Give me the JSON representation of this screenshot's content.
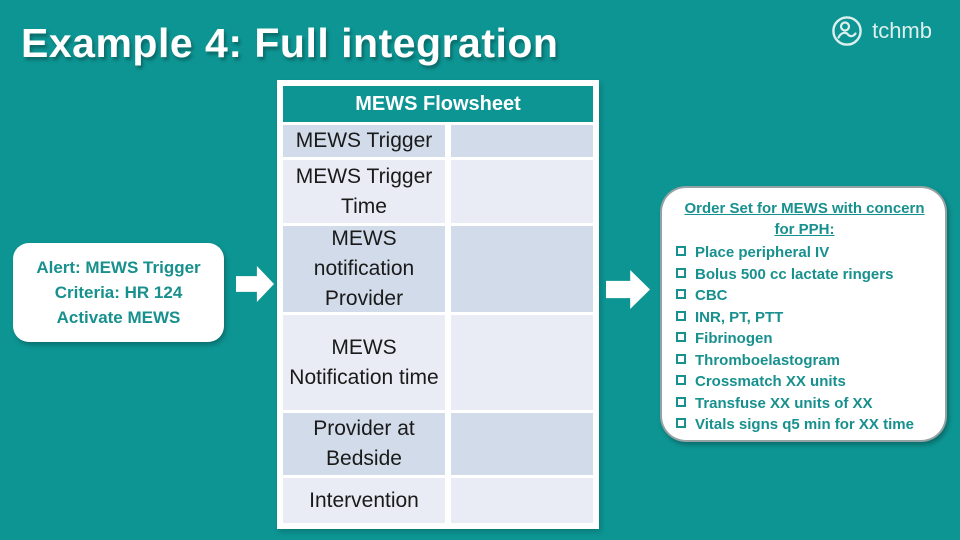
{
  "slide": {
    "title": "Example 4: Full integration"
  },
  "logo": {
    "text": "tchmb",
    "icon": "person-in-circle-icon"
  },
  "alert_box": {
    "lines": [
      "Alert: MEWS Trigger",
      "Criteria: HR 124",
      "Activate MEWS"
    ]
  },
  "flowsheet": {
    "title": "MEWS Flowsheet",
    "rows": [
      {
        "label": "MEWS Trigger",
        "value": ""
      },
      {
        "label": "MEWS Trigger Time",
        "value": ""
      },
      {
        "label": "MEWS notification Provider",
        "value": ""
      },
      {
        "label": "MEWS Notification time",
        "value": ""
      },
      {
        "label": "Provider at Bedside",
        "value": ""
      },
      {
        "label": "Intervention",
        "value": ""
      }
    ]
  },
  "order_set": {
    "title": "Order Set for MEWS with concern for PPH:",
    "items": [
      "Place peripheral IV",
      "Bolus 500 cc lactate ringers",
      "CBC",
      "INR, PT, PTT",
      "Fibrinogen",
      "Thromboelastogram",
      "Crossmatch XX units",
      "Transfuse XX units of XX",
      "Vitals signs q5 min for XX time"
    ]
  },
  "colors": {
    "background": "#0D9593",
    "accent_text": "#17908E",
    "table_header": "#0D9593",
    "row_dark": "#D2DBE9",
    "row_light": "#E9ECF4"
  }
}
